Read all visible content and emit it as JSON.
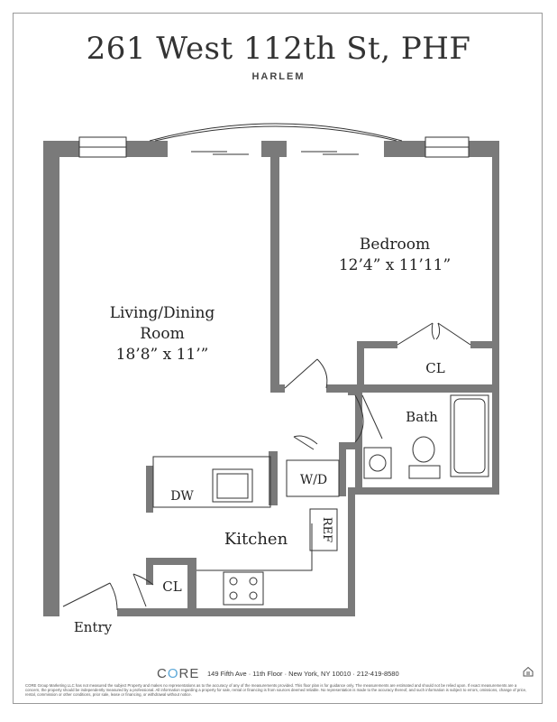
{
  "header": {
    "address": "261 West 112th St, PHF",
    "neighborhood": "HARLEM"
  },
  "rooms": {
    "living_name_1": "Living/Dining",
    "living_name_2": "Room",
    "living_dims": "18’8” x 11’”",
    "bedroom_name": "Bedroom",
    "bedroom_dims": "12’4” x 11’11”",
    "bedroom_closet": "CL",
    "bath": "Bath",
    "washer_dryer": "W/D",
    "dishwasher": "DW",
    "kitchen": "Kitchen",
    "refrigerator": "REF",
    "entry_closet": "CL",
    "entry": "Entry"
  },
  "footer": {
    "brand_pre": "C",
    "brand_o": "O",
    "brand_post": "RE",
    "address_line": "149 Fifth Ave · 11th Floor · New York, NY 10010 · 212-419-8580",
    "legal": "CORE Group Marketing LLC has not measured the subject Property and makes no representations as to the accuracy of any of the measurements provided. This floor plan is for guidance only. The measurements are estimated and should not be relied upon. If exact measurements are a concern, the property should be independently measured by a professional. All information regarding a property for sale, rental or financing is from sources deemed reliable. No representation is made to the accuracy thereof, and such information is subject to errors, omissions, change of price, rental, commission or other conditions, prior sale, lease or financing, or withdrawal without notice."
  },
  "colors": {
    "wall": "#7a7a7a",
    "line": "#333333",
    "accent": "#5aa7d8"
  }
}
